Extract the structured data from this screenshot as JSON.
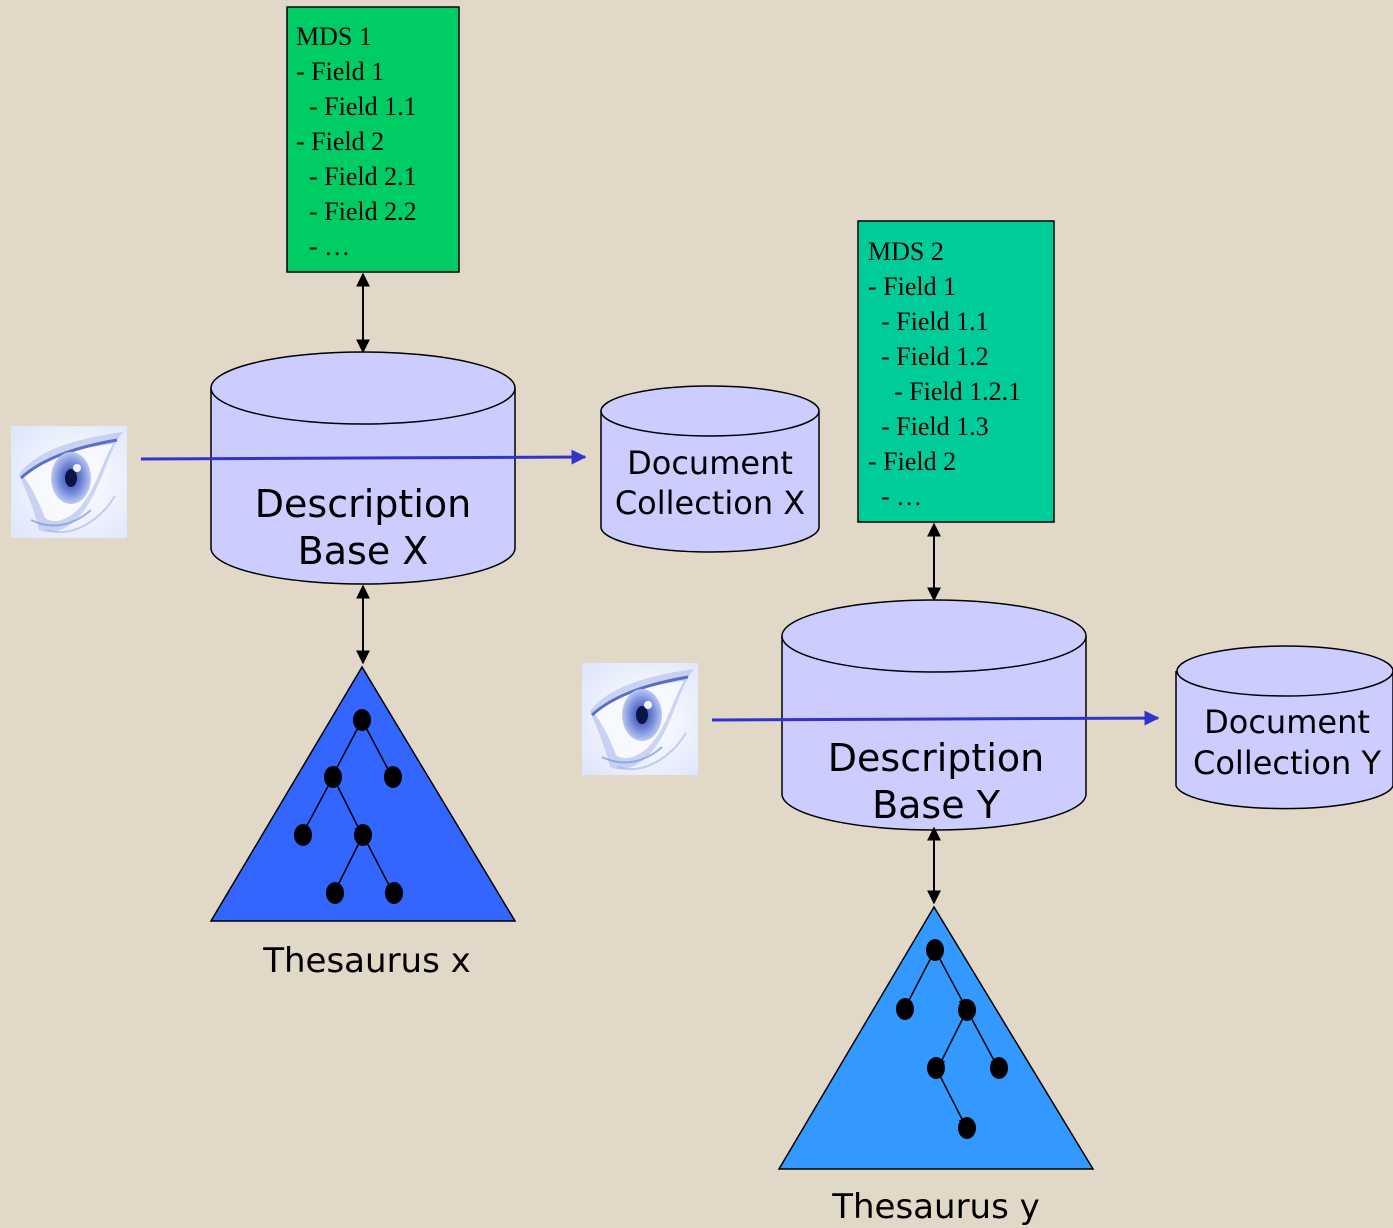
{
  "mds1": {
    "title": "MDS 1",
    "lines": [
      "- Field 1",
      "  - Field 1.1",
      "- Field 2",
      "  - Field 2.1",
      "  - Field 2.2",
      "  - …"
    ],
    "color": "#00cc66"
  },
  "mds2": {
    "title": "MDS 2",
    "lines": [
      "- Field 1",
      "  - Field 1.1",
      "  - Field 1.2",
      "    - Field 1.2.1",
      "  - Field 1.3",
      "- Field 2",
      "  - …"
    ],
    "color": "#00cc99"
  },
  "base_x": {
    "line1": "Description",
    "line2": "Base X"
  },
  "base_y": {
    "line1": "Description",
    "line2": "Base Y"
  },
  "collection_x": {
    "line1": "Document",
    "line2": "Collection X"
  },
  "collection_y": {
    "line1": "Document",
    "line2": "Collection Y"
  },
  "thesaurus_x": {
    "label": "Thesaurus x",
    "color": "#3366ff"
  },
  "thesaurus_y": {
    "label": "Thesaurus y",
    "color": "#3399ff"
  },
  "colors": {
    "background": "#e2d8c8",
    "cylinder_fill": "#ccccff",
    "query_arrow": "#3333cc"
  },
  "icons": [
    "eye-icon"
  ]
}
